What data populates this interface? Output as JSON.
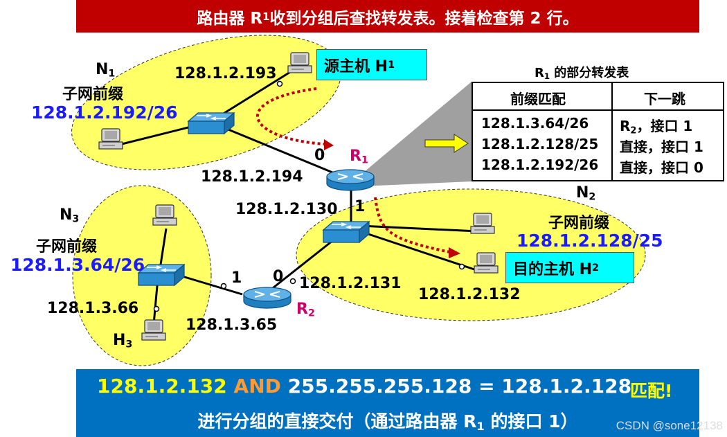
{
  "title_prefix": "路由器 R",
  "title_sub": "1",
  "title_suffix": " 收到分组后查找转发表。接着检查第 2 行。",
  "n1": {
    "name": "N",
    "sub": "1",
    "prefix_label": "子网前缀",
    "prefix": "128.1.2.192/26",
    "host_ip": "128.1.2.193"
  },
  "n2": {
    "name": "N",
    "sub": "2",
    "prefix_label": "子网前缀",
    "prefix": "128.1.2.128/25",
    "host_ip": "128.1.2.132"
  },
  "n3": {
    "name": "N",
    "sub": "3",
    "prefix_label": "子网前缀",
    "prefix": "128.1.3.64/26",
    "host_ip": "128.1.3.66",
    "host_name": "H",
    "host_sub": "3"
  },
  "source_host": {
    "label": "源主机 H",
    "sub": "1"
  },
  "dest_host": {
    "label": "目的主机 H",
    "sub": "2"
  },
  "r1": {
    "name": "R",
    "sub": "1",
    "if0": "0",
    "if0_ip": "128.1.2.194",
    "if1": "1",
    "if1_ip": "128.1.2.130"
  },
  "r2": {
    "name": "R",
    "sub": "2",
    "if1": "1",
    "if1_ip": "128.1.3.65",
    "if0": "0",
    "if0_ip": "128.1.2.131"
  },
  "table": {
    "caption_prefix": "R",
    "caption_sub": "1",
    "caption_suffix": " 的部分转发表",
    "headers": [
      "前缀匹配",
      "下一跳"
    ],
    "rows": [
      {
        "prefix": "128.1.3.64/26",
        "next_prefix": "R",
        "next_sub": "2",
        "next_suffix": "，接口 1"
      },
      {
        "prefix": "128.1.2.128/25",
        "next_prefix": "",
        "next_sub": "",
        "next_suffix": "直接，接口 1"
      },
      {
        "prefix": "128.1.2.192/26",
        "next_prefix": "",
        "next_sub": "",
        "next_suffix": "直接，接口 0"
      }
    ]
  },
  "bottom": {
    "ip": "128.1.2.132",
    "op": " AND ",
    "mask": "255.255.255.128",
    "eq": " = 128.1.2.128",
    "match": "匹配!",
    "line2_prefix": "进行分组的直接交付（通过路由器 R",
    "line2_sub": "1",
    "line2_suffix": " 的接口 1）"
  },
  "watermark": "CSDN @sone12138",
  "colors": {
    "title_bg": "#c00000",
    "bottom_bg": "#0070c0",
    "ellipse": "#ffff66",
    "prefix_text": "#1b1bff",
    "router_label": "#cc0066",
    "arrow": "#c00000",
    "highlight_box": "#00ffff",
    "yellow_text": "#ffff00",
    "orange_text": "#ff9933"
  }
}
